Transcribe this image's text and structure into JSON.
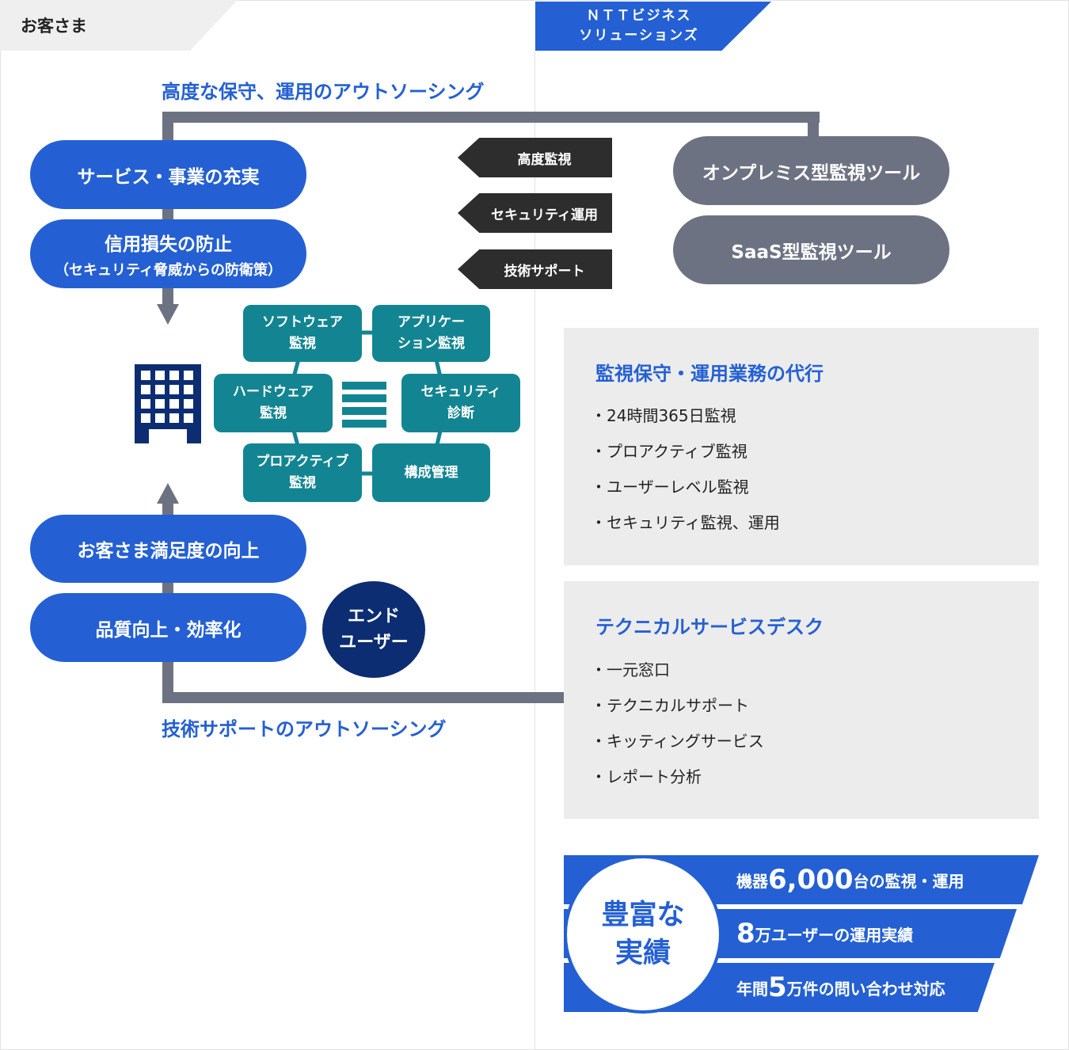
{
  "header": {
    "customer_label": "お客さま",
    "provider_label_line1": "ＮＴＴビジネス",
    "provider_label_line2": "ソリューションズ"
  },
  "flows": {
    "top_heading": "高度な保守、運用のアウトソーシング",
    "bottom_heading": "技術サポートのアウトソーシング"
  },
  "customer_benefits": {
    "service": "サービス・事業の充実",
    "credit": "信用損失の防止",
    "credit_sub": "（セキュリティ脅威からの防衛策）",
    "satisfaction": "お客さま満足度の向上",
    "quality": "品質向上・効率化"
  },
  "services": [
    {
      "label": "高度監視"
    },
    {
      "label": "セキュリティ運用"
    },
    {
      "label": "技術サポート"
    }
  ],
  "tools": {
    "onprem": "オンプレミス型監視ツール",
    "saas": "SaaS型監視ツール"
  },
  "monitoring_menu": {
    "software": [
      "ソフトウェア",
      "監視"
    ],
    "application": [
      "アプリケー",
      "ション監視"
    ],
    "hardware": [
      "ハードウェア",
      "監視"
    ],
    "security": [
      "セキュリティ",
      "診断"
    ],
    "proactive": [
      "プロアクティブ",
      "監視"
    ],
    "config": "構成管理"
  },
  "end_user": [
    "エンド",
    "ユーザー"
  ],
  "panels": [
    {
      "title": "監視保守・運用業務の代行",
      "items": [
        "・24時間365日監視",
        "・プロアクティブ監視",
        "・ユーザーレベル監視",
        "・セキュリティ監視、運用"
      ]
    },
    {
      "title": "テクニカルサービスデスク",
      "items": [
        "・一元窓口",
        "・テクニカルサポート",
        "・キッティングサービス",
        "・レポート分析"
      ]
    }
  ],
  "results": {
    "circle": [
      "豊富な",
      "実績"
    ],
    "rows": [
      {
        "pre": "機器",
        "num": "6,000",
        "post": "台の監視・運用"
      },
      {
        "pre": "",
        "num": "8",
        "post": "万ユーザーの運用実績"
      },
      {
        "pre": "年間",
        "num": "5",
        "post": "万件の問い合わせ対応"
      }
    ]
  },
  "colors": {
    "primary_blue": "#2460d3",
    "navy": "#0c2d72",
    "teal": "#138592",
    "connector_gray": "#6d7283",
    "dark": "#2d2d2d",
    "panel_gray": "#ececec"
  },
  "icons": {
    "building": "building-icon",
    "server": "server-icon",
    "arrow_down": "arrow-down-icon",
    "arrow_up": "arrow-up-icon"
  }
}
